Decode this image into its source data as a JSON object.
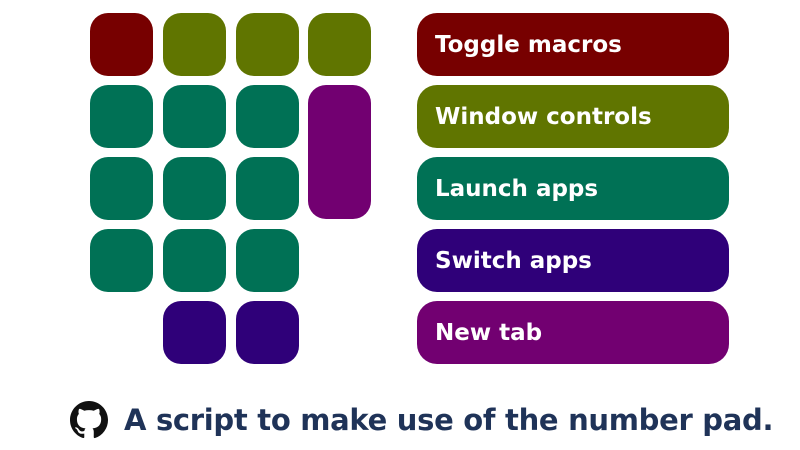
{
  "colors": {
    "red": "#770000",
    "olive": "#607500",
    "green": "#007155",
    "indigo": "#2f0079",
    "purple": "#720071",
    "text": "#1f3358"
  },
  "legend": {
    "items": [
      {
        "label": "Toggle macros",
        "color": "#770000"
      },
      {
        "label": "Window controls",
        "color": "#607500"
      },
      {
        "label": "Launch apps",
        "color": "#007155"
      },
      {
        "label": "Switch apps",
        "color": "#2f0079"
      },
      {
        "label": "New tab",
        "color": "#720071"
      }
    ]
  },
  "footer": {
    "icon": "github-icon",
    "text": "A script to make use of the number pad."
  }
}
